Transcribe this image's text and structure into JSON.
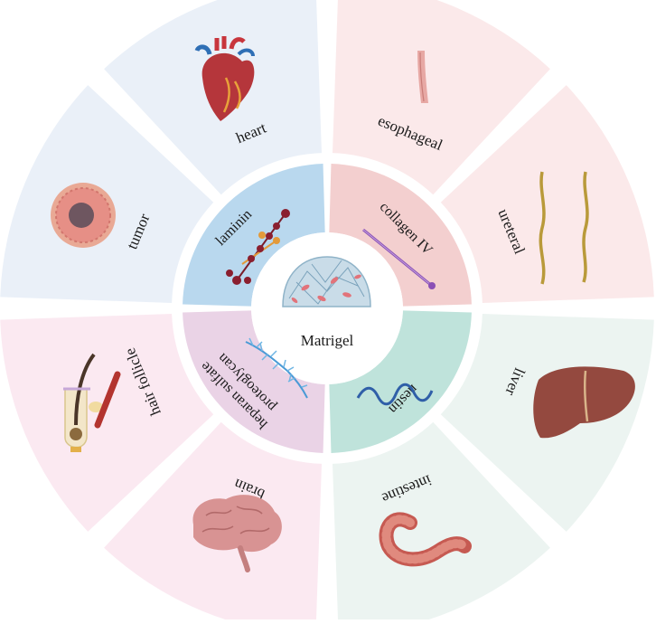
{
  "center": {
    "label": "Matrigel"
  },
  "inner_ring": [
    {
      "id": "laminin",
      "label": "laminin",
      "color": "#b9d8ee"
    },
    {
      "id": "collagen",
      "label": "collagen IV",
      "color": "#f3cfcf"
    },
    {
      "id": "nestin",
      "label": "nestin",
      "color": "#bfe3db"
    },
    {
      "id": "hspg",
      "label": "heparan sulfate proteoglycan",
      "line1": "heparan sulfate",
      "line2": "proteoglycan",
      "color": "#ead3e6"
    }
  ],
  "outer_ring": [
    {
      "id": "heart",
      "label": "heart",
      "color": "#eaf0f8"
    },
    {
      "id": "esophageal",
      "label": "esophageal",
      "color": "#fbe9ea"
    },
    {
      "id": "ureteral",
      "label": "ureteral",
      "color": "#fbe9ea"
    },
    {
      "id": "liver",
      "label": "liver",
      "color": "#ecf4f1"
    },
    {
      "id": "intestine",
      "label": "intestine",
      "color": "#ecf4f1"
    },
    {
      "id": "brain",
      "label": "brain",
      "color": "#fbe9f1"
    },
    {
      "id": "hair-follicle",
      "label": "hair follicle",
      "color": "#fbe9f1"
    },
    {
      "id": "tumor",
      "label": "tumor",
      "color": "#eaf0f8"
    }
  ],
  "icons": [
    "heart-icon",
    "esophagus-icon",
    "ureter-icon",
    "liver-icon",
    "intestine-icon",
    "brain-icon",
    "hair-follicle-icon",
    "tumor-icon",
    "matrigel-dome-icon",
    "laminin-molecule-icon",
    "collagen-fiber-icon",
    "nestin-fiber-icon",
    "proteoglycan-icon"
  ]
}
